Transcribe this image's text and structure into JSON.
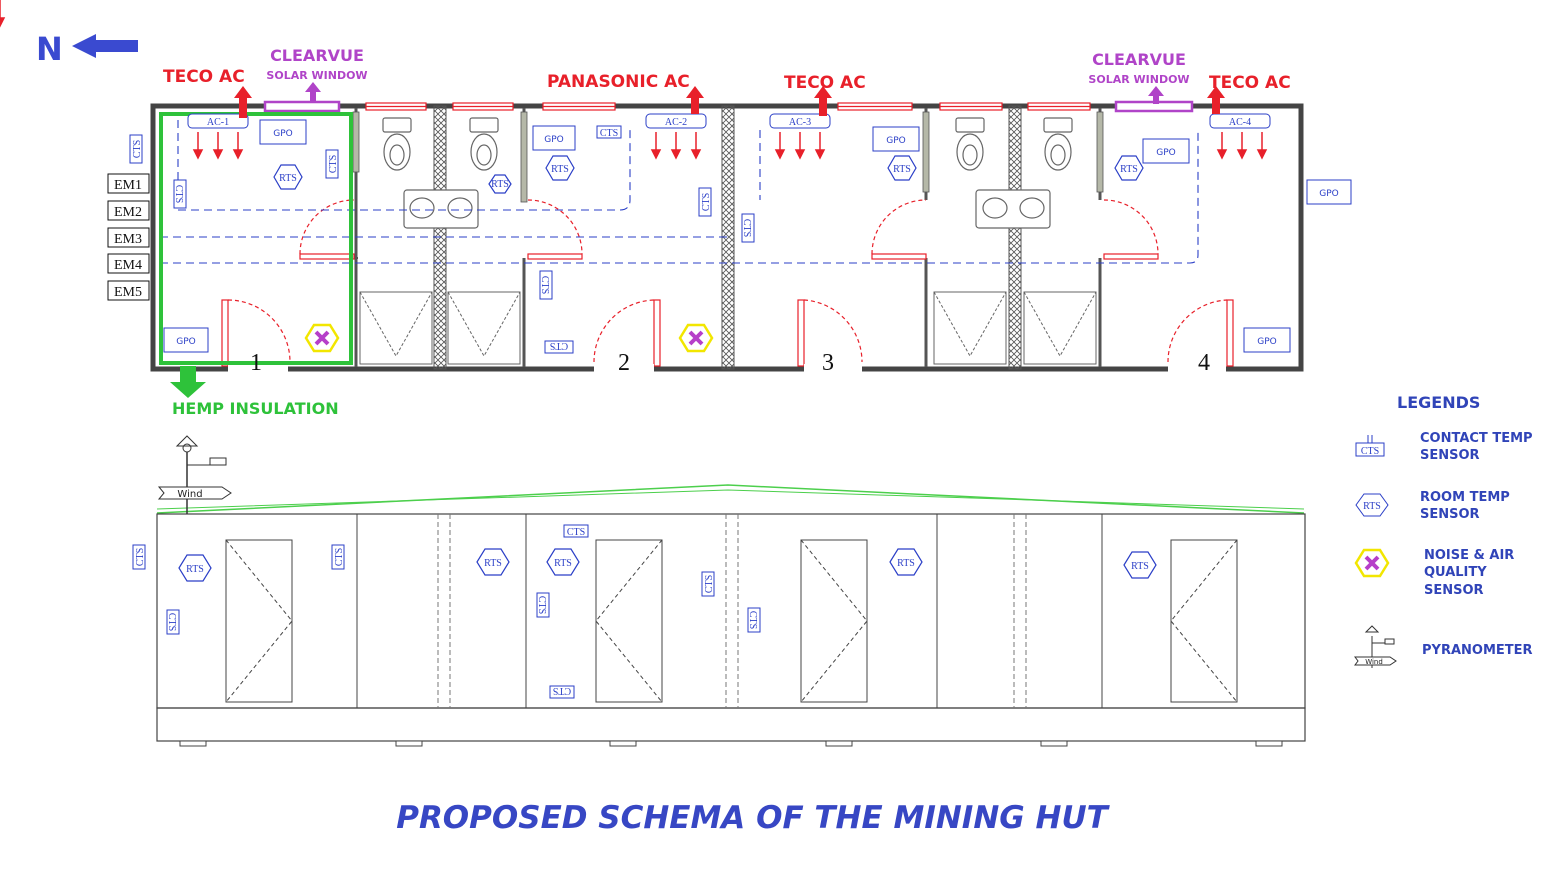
{
  "compass": {
    "label": "N"
  },
  "plan_labels": {
    "ac1_brand": "TECO AC",
    "ac2_brand": "PANASONIC AC",
    "ac3_brand": "TECO AC",
    "ac4_brand": "TECO AC",
    "window1_title": "CLEARVUE",
    "window1_sub": "SOLAR WINDOW",
    "window2_title": "CLEARVUE",
    "window2_sub": "SOLAR WINDOW",
    "insulation": "HEMP INSULATION"
  },
  "ac_units": [
    "AC-1",
    "AC-2",
    "AC-3",
    "AC-4"
  ],
  "energy_meters": [
    "EM1",
    "EM2",
    "EM3",
    "EM4",
    "EM5"
  ],
  "rooms": [
    "1",
    "2",
    "3",
    "4"
  ],
  "sensor_tags": {
    "cts": "CTS",
    "rts": "RTS",
    "gpo": "GPO"
  },
  "pyranometer": {
    "wind_label": "Wind"
  },
  "legend": {
    "heading": "LEGENDS",
    "items": [
      {
        "line1": "CONTACT TEMP",
        "line2": "SENSOR",
        "line3": ""
      },
      {
        "line1": "ROOM TEMP",
        "line2": "SENSOR",
        "line3": ""
      },
      {
        "line1": "NOISE & AIR",
        "line2": "QUALITY",
        "line3": "SENSOR"
      },
      {
        "line1": "PYRANOMETER",
        "line2": "",
        "line3": ""
      }
    ]
  },
  "title": "PROPOSED SCHEMA OF THE MINING HUT",
  "colors": {
    "ac_red": "#e8202a",
    "window_purple": "#b044c8",
    "insulation_green": "#2ec23a",
    "sensor_blue": "#2b3fc7",
    "title_blue": "#3747c4",
    "noise_yellow": "#f2e600"
  }
}
